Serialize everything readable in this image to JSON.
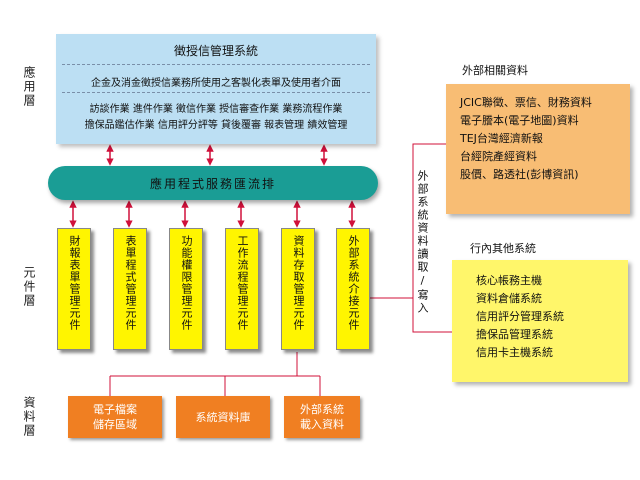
{
  "layers": {
    "application": "應用層",
    "component": "元件層",
    "data": "資料層"
  },
  "app_system": {
    "title": "徵授信管理系統",
    "subtitle": "企金及消金徵授信業務所使用之客製化表單及使用者介面",
    "functions_line1": "訪談作業  進件作業  徵信作業  授信審查作業  業務流程作業",
    "functions_line2": "擔保品鑑估作業  信用評分評等  貸後覆審  報表管理  績效管理"
  },
  "service_bus": "應用程式服務匯流排",
  "components": [
    "財報表單管理元件",
    "表單程式管理元件",
    "功能權限管理元件",
    "工作流程管理元件",
    "資料存取管理元件",
    "外部系統介接元件"
  ],
  "data_stores": [
    {
      "line1": "電子檔案",
      "line2": "儲存區域"
    },
    {
      "line1": "系統資料庫",
      "line2": ""
    },
    {
      "line1": "外部系統",
      "line2": "載入資料"
    }
  ],
  "external": {
    "title": "外部相關資料",
    "items": [
      "JCIC聯徵、票信、財務資料",
      "電子謄本(電子地圖)資料",
      "TEJ台灣經濟新報",
      "台經院產經資料",
      "股價、路透社(彭博資訊)"
    ]
  },
  "internal": {
    "title": "行內其他系統",
    "items": [
      "核心帳務主機",
      "資料倉儲系統",
      "信用評分管理系統",
      "擔保品管理系統",
      "信用卡主機系統"
    ]
  },
  "read_write_label": "外部系統資料讀取/寫入",
  "colors": {
    "app_box": "#bcdff3",
    "bus": "#1a9d95",
    "component": "#fff500",
    "data_store": "#f07f22",
    "external_box": "#f8bd74",
    "internal_box": "#fff66a",
    "arrow": "#d0103a"
  }
}
